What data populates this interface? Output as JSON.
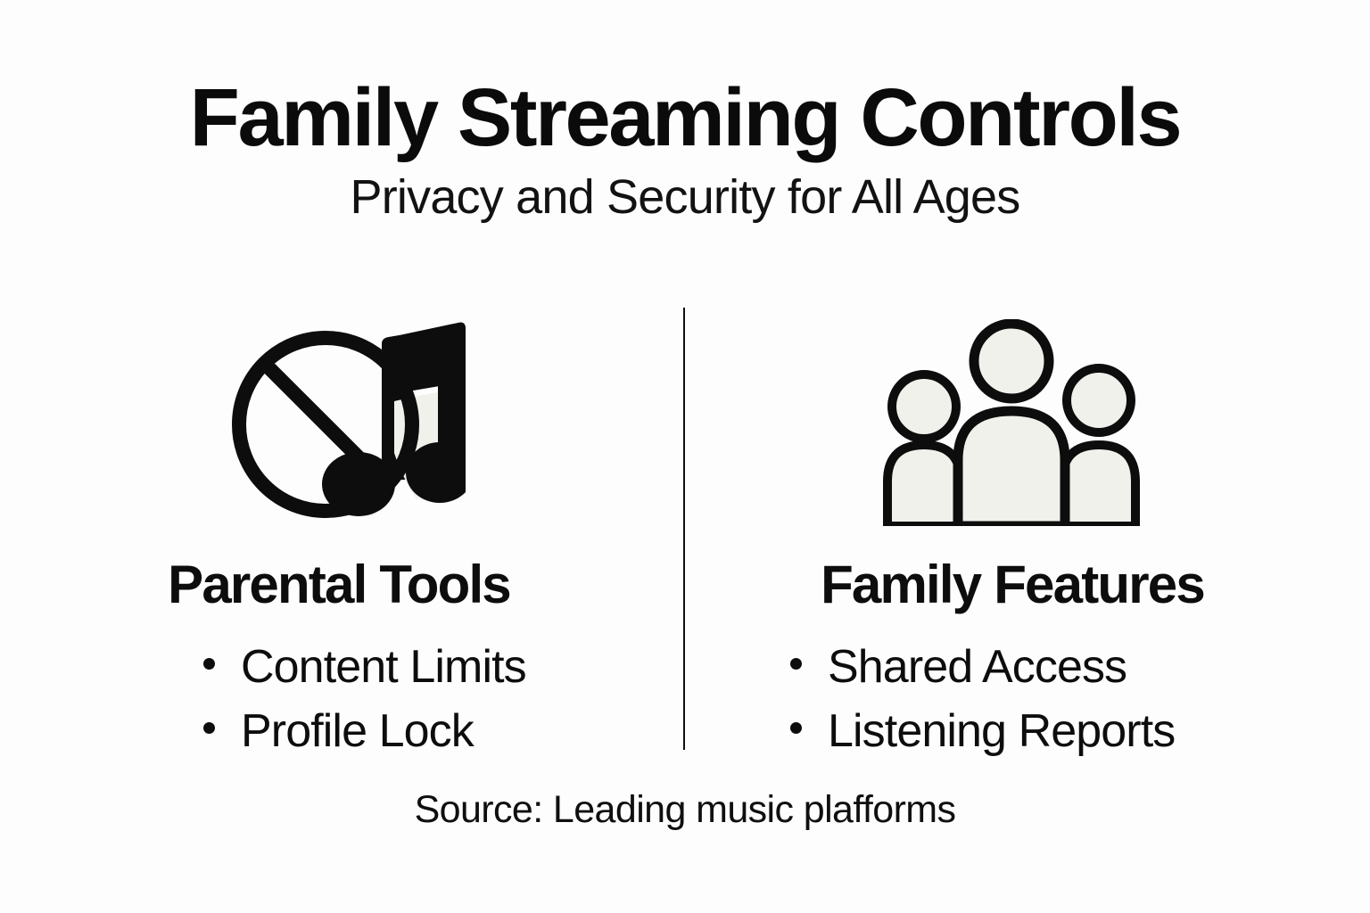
{
  "header": {
    "title": "Family Streaming Controls",
    "subtitle": "Privacy and Security for All Ages"
  },
  "columns": [
    {
      "icon": "blocked-music-note-icon",
      "heading": "Parental Tools",
      "bullets": [
        "Content Limits",
        "Profile Lock"
      ]
    },
    {
      "icon": "family-group-icon",
      "heading": "Family Features",
      "bullets": [
        "Shared Access",
        "Listening Reports"
      ]
    }
  ],
  "footer": {
    "source": "Source: Leading music plafforms"
  },
  "colors": {
    "background": "#fdfdfd",
    "ink": "#0d0d0d",
    "icon_fill": "#f0f1eb",
    "divider": "#101010"
  }
}
